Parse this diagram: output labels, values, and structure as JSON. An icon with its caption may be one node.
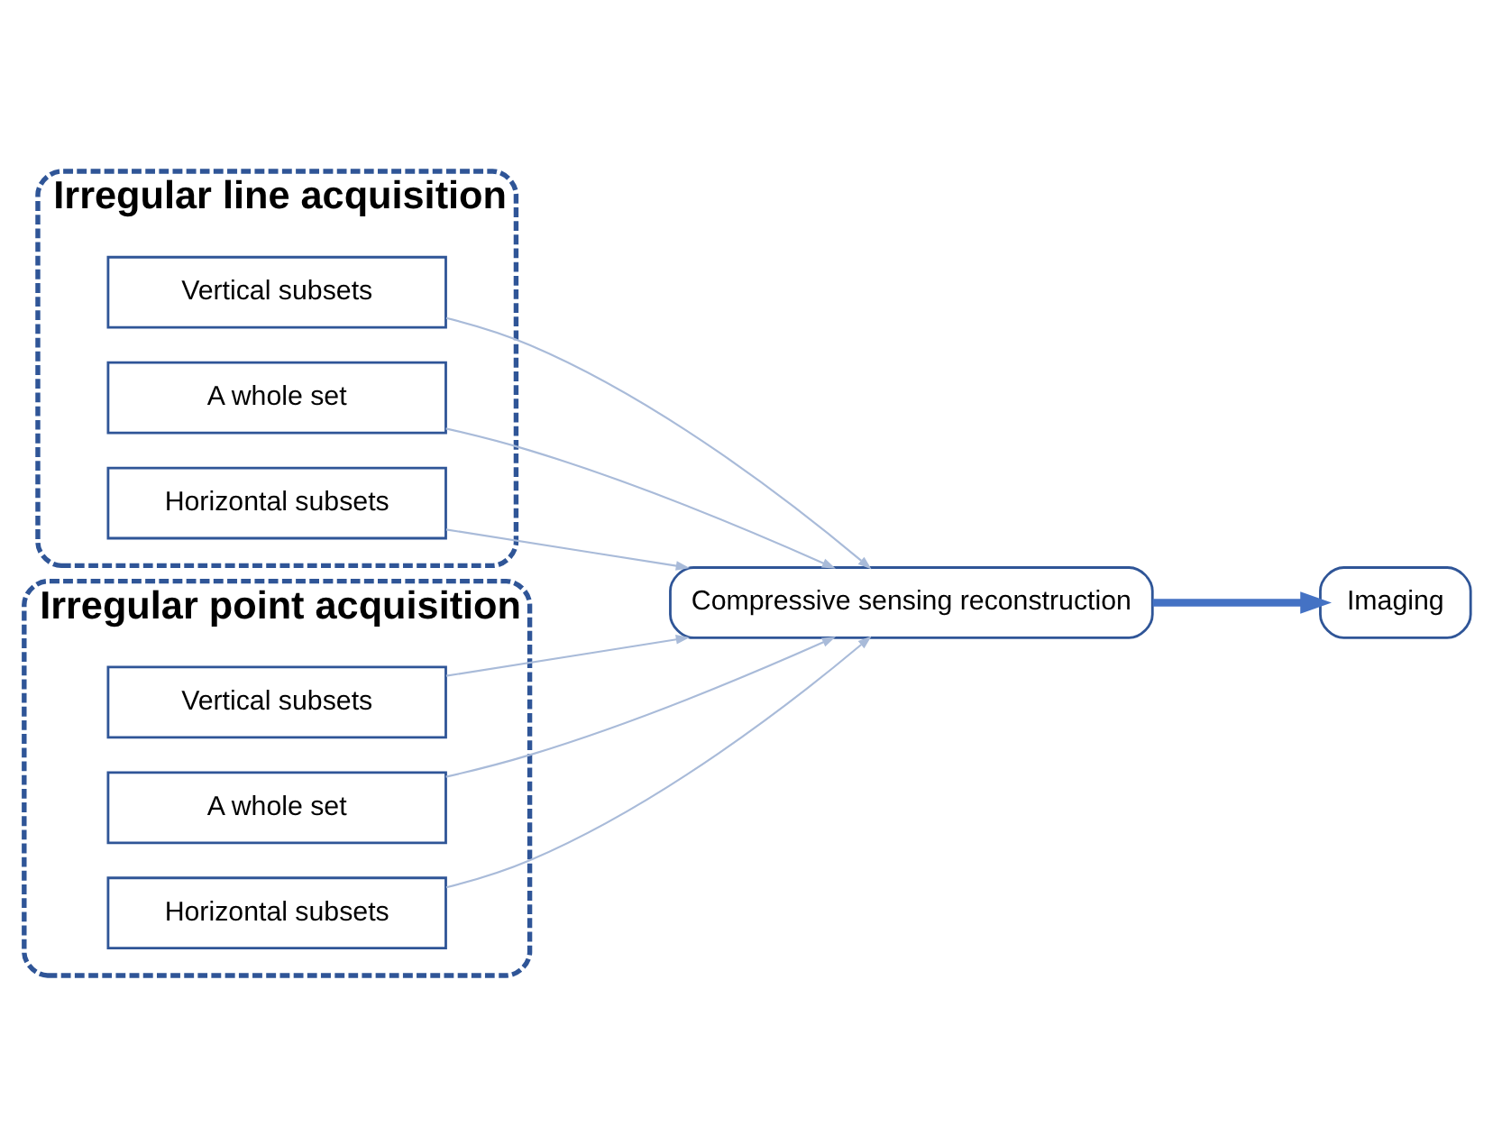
{
  "diagram": {
    "nodes": [
      {
        "text": [
          "Irregular line acquisition"
        ]
      },
      {
        "text": [
          "Vertical subsets"
        ],
        "in": 0
      },
      {
        "text": [
          "A whole set"
        ],
        "in": 0
      },
      {
        "text": [
          "Horizontal subsets"
        ],
        "in": 0
      },
      {
        "text": [
          "Irregular point acquisition"
        ]
      },
      {
        "text": [
          "Vertical subsets"
        ],
        "in": 4
      },
      {
        "text": [
          "A whole set"
        ],
        "in": 4
      },
      {
        "text": [
          "Horizontal subsets"
        ],
        "in": 4
      },
      {
        "text": [
          "Compressive sensing reconstruction"
        ]
      },
      {
        "text": [
          "Imaging"
        ]
      }
    ],
    "edges": [
      {
        "from": 1,
        "to": 8,
        "arrow": "to"
      },
      {
        "from": 2,
        "to": 8,
        "arrow": "to"
      },
      {
        "from": 3,
        "to": 8,
        "arrow": "to"
      },
      {
        "from": 5,
        "to": 8,
        "arrow": "to"
      },
      {
        "from": 6,
        "to": 8,
        "arrow": "to"
      },
      {
        "from": 7,
        "to": 8,
        "arrow": "to"
      },
      {
        "from": 8,
        "to": 9,
        "arrow": "to",
        "style": "thick",
        "color": "#4472c4"
      }
    ]
  }
}
